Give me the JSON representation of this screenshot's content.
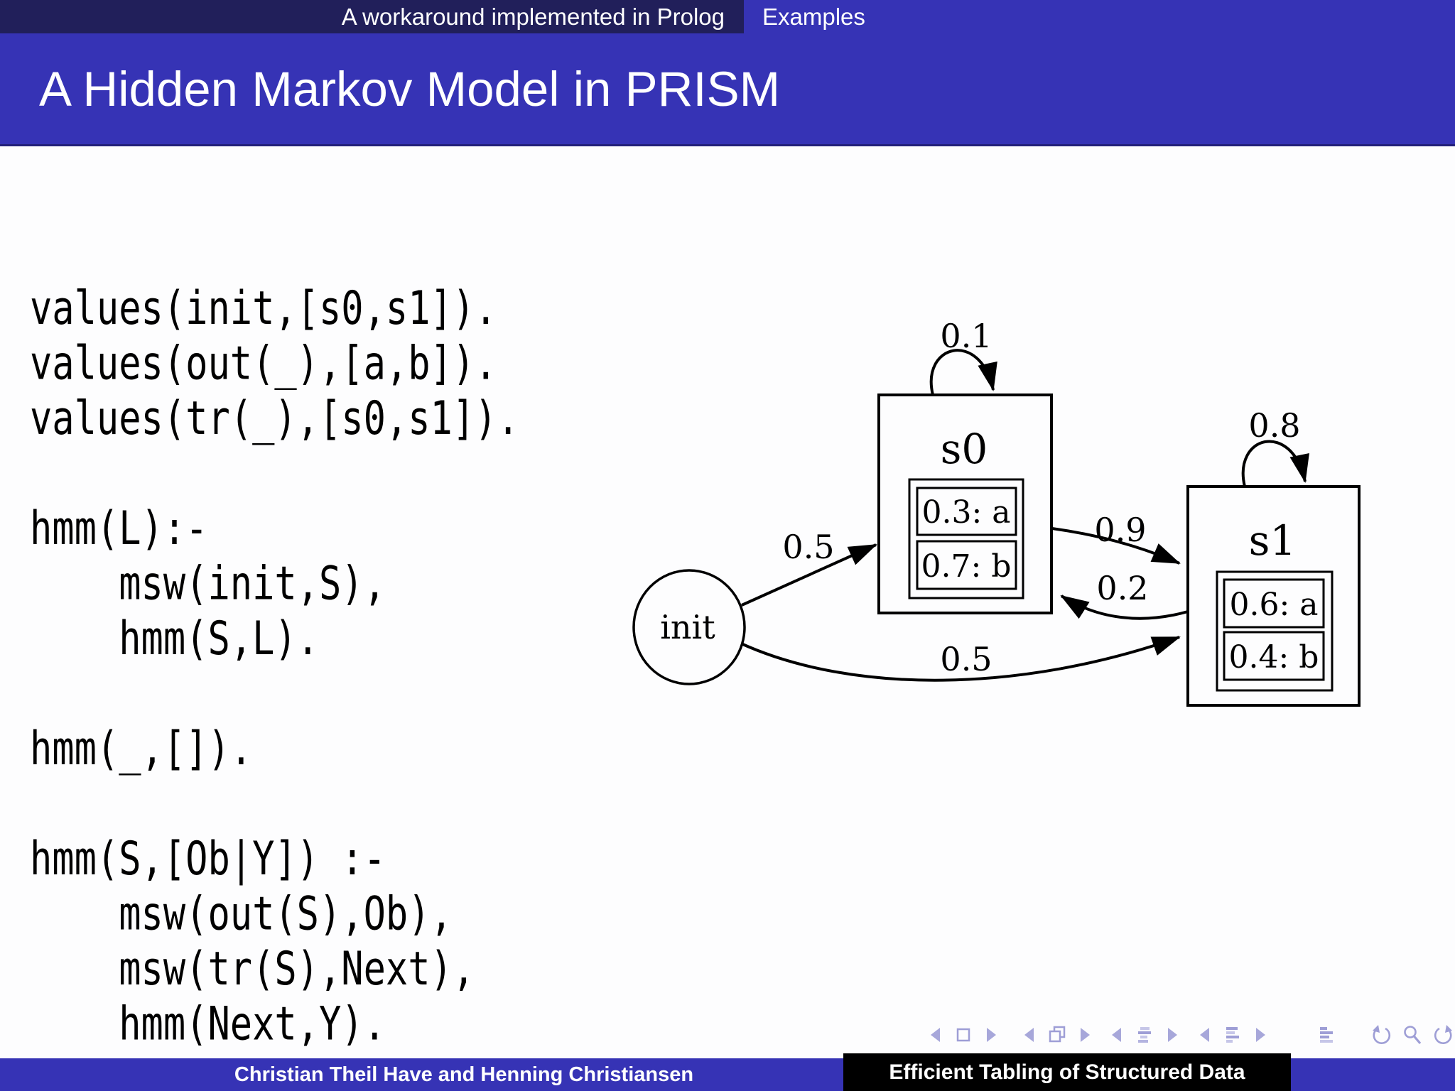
{
  "colors": {
    "accent_blue": "#3633b5",
    "header_dark_blue": "#211f5a",
    "footer_box_black": "#000000",
    "nav_icon": "#9e9ed6",
    "background": "#fdfdfe",
    "text": "#000000"
  },
  "header": {
    "section_left": "A workaround implemented in Prolog",
    "section_right": "Examples"
  },
  "frame_title": "A Hidden Markov Model in PRISM",
  "code": {
    "lines": [
      "values(init,[s0,s1]).",
      "values(out(_),[a,b]).",
      "values(tr(_),[s0,s1]).",
      "",
      "hmm(L):-",
      "    msw(init,S),",
      "    hmm(S,L).",
      "",
      "hmm(_,[]).",
      "",
      "hmm(S,[Ob|Y]) :-",
      "    msw(out(S),Ob),",
      "    msw(tr(S),Next),",
      "    hmm(Next,Y)."
    ]
  },
  "diagram": {
    "init_label": "init",
    "states": [
      {
        "name": "s0",
        "emissions": [
          "0.3: a",
          "0.7: b"
        ]
      },
      {
        "name": "s1",
        "emissions": [
          "0.6: a",
          "0.4: b"
        ]
      }
    ],
    "transitions": [
      {
        "from": "init",
        "to": "s0",
        "prob": "0.5"
      },
      {
        "from": "init",
        "to": "s1",
        "prob": "0.5"
      },
      {
        "from": "s0",
        "to": "s1",
        "prob": "0.9"
      },
      {
        "from": "s1",
        "to": "s0",
        "prob": "0.2"
      },
      {
        "from": "s0",
        "to": "s0",
        "prob": "0.1"
      },
      {
        "from": "s1",
        "to": "s1",
        "prob": "0.8"
      }
    ]
  },
  "nav": {
    "icons": [
      "prev-slide",
      "slide",
      "next-slide",
      "prev-frame",
      "frame",
      "next-frame",
      "prev-subsection",
      "subsection",
      "next-subsection",
      "prev-section",
      "section",
      "next-section",
      "appendix",
      "go-back",
      "find",
      "go-forward"
    ]
  },
  "footer": {
    "authors": "Christian Theil Have and Henning Christiansen",
    "paper_title": "Efficient Tabling of Structured Data"
  }
}
